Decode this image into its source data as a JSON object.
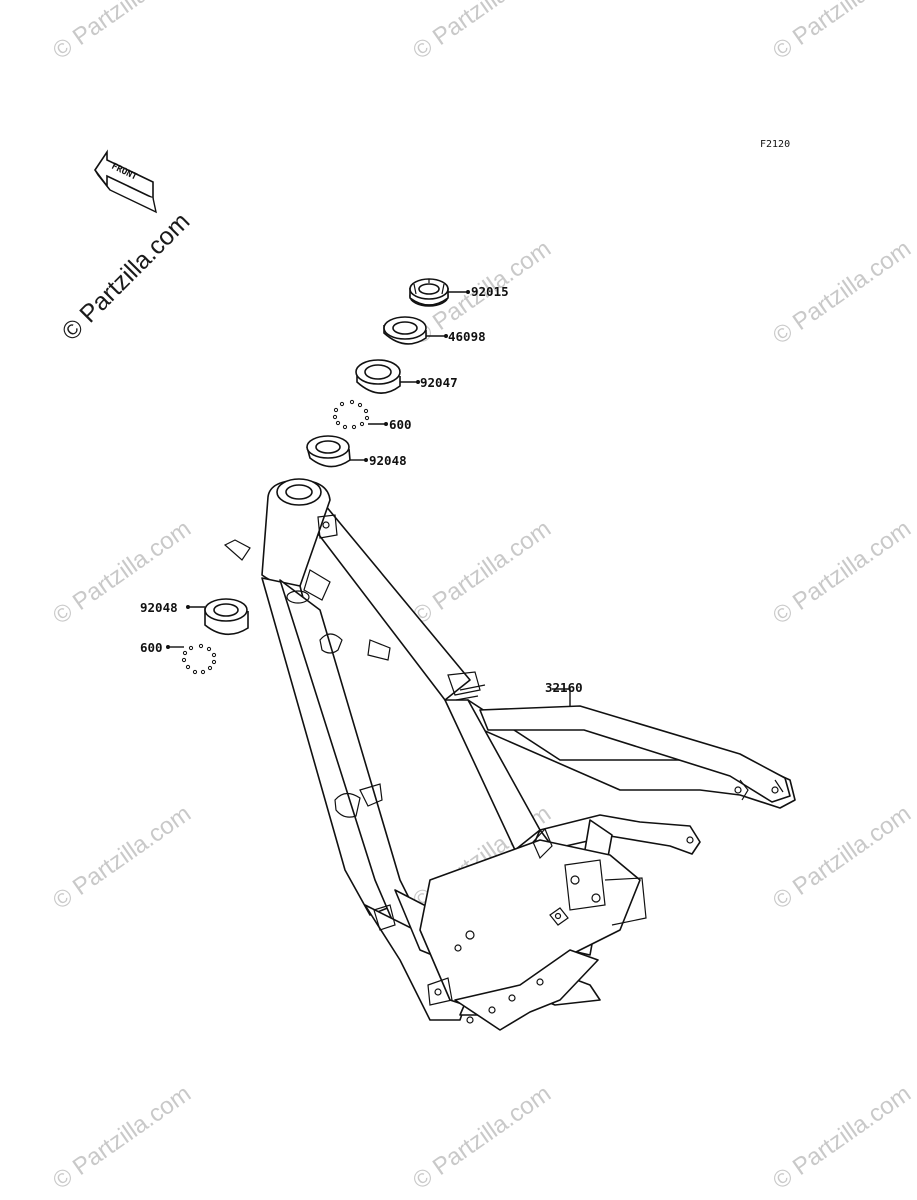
{
  "diagram": {
    "code": "F2120",
    "front_label": "FRONT",
    "copyright": "© Partzilla.com",
    "watermark": "© Partzilla.com",
    "parts": [
      {
        "id": "p-92015",
        "number": "92015"
      },
      {
        "id": "p-46098",
        "number": "46098"
      },
      {
        "id": "p-92047",
        "number": "92047"
      },
      {
        "id": "p-600-upper",
        "number": "600"
      },
      {
        "id": "p-92048-upper",
        "number": "92048"
      },
      {
        "id": "p-92048-lower",
        "number": "92048"
      },
      {
        "id": "p-600-lower",
        "number": "600"
      },
      {
        "id": "p-32160",
        "number": "32160"
      }
    ]
  }
}
